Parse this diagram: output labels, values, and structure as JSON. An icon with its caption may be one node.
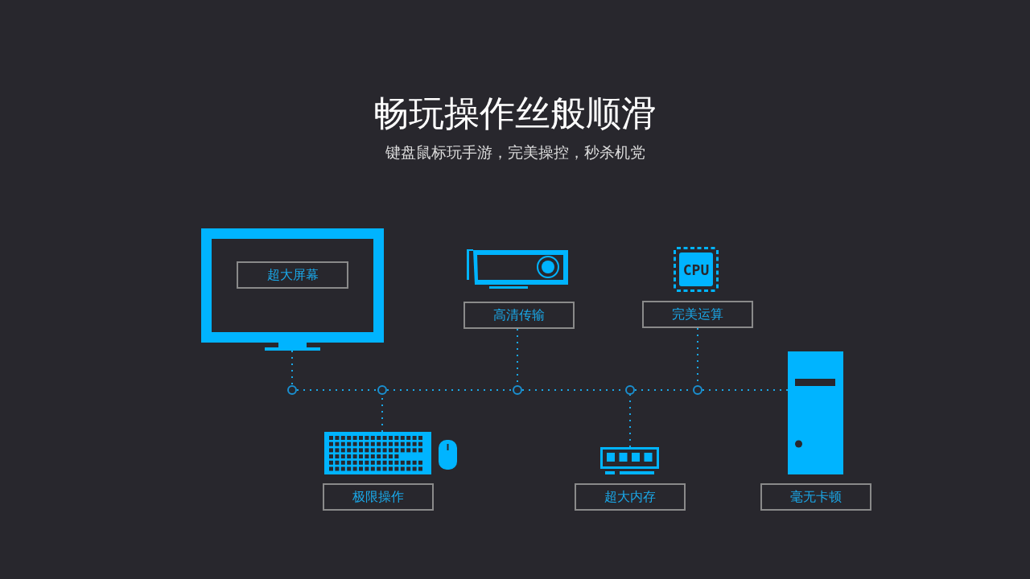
{
  "diagram": {
    "title": "畅玩操作丝般顺滑",
    "nodes": [
      {
        "text": [],
        "shape": "monitor"
      },
      {
        "text": [
          "超大屏幕"
        ],
        "in": 0
      },
      {
        "text": [
          "高清传输"
        ]
      },
      {
        "text": [
          "完美运算"
        ]
      },
      {
        "text": [],
        "shape": "keyboard"
      },
      {
        "text": [
          "极限操作"
        ]
      },
      {
        "text": [],
        "shape": "memory"
      },
      {
        "text": [
          "超大内存"
        ]
      },
      {
        "text": [],
        "shape": "computer"
      },
      {
        "text": [
          "毫无卡顿"
        ]
      },
      {
        "text": [],
        "shape": "circle"
      },
      {
        "text": [],
        "shape": "circle"
      },
      {
        "text": [],
        "shape": "circle"
      },
      {
        "text": [],
        "shape": "circle"
      },
      {
        "text": [],
        "shape": "circle"
      }
    ],
    "edges": [
      {
        "from": 0,
        "to": 10,
        "arrow": "none"
      },
      {
        "from": 4,
        "to": 11,
        "arrow": "none"
      },
      {
        "from": 2,
        "to": 12,
        "arrow": "none"
      },
      {
        "from": 6,
        "to": 13,
        "arrow": "none"
      },
      {
        "from": 3,
        "to": 14,
        "arrow": "none"
      },
      {
        "from": 10,
        "to": 11,
        "arrow": "none"
      },
      {
        "from": 11,
        "to": 12,
        "arrow": "none"
      },
      {
        "from": 12,
        "to": 13,
        "arrow": "none"
      },
      {
        "from": 13,
        "to": 14,
        "arrow": "none"
      },
      {
        "from": 14,
        "to": 8,
        "arrow": "none"
      }
    ],
    "labels": [
      "键盘鼠标玩手游，完美操控，秒杀机党",
      "CPU"
    ]
  }
}
